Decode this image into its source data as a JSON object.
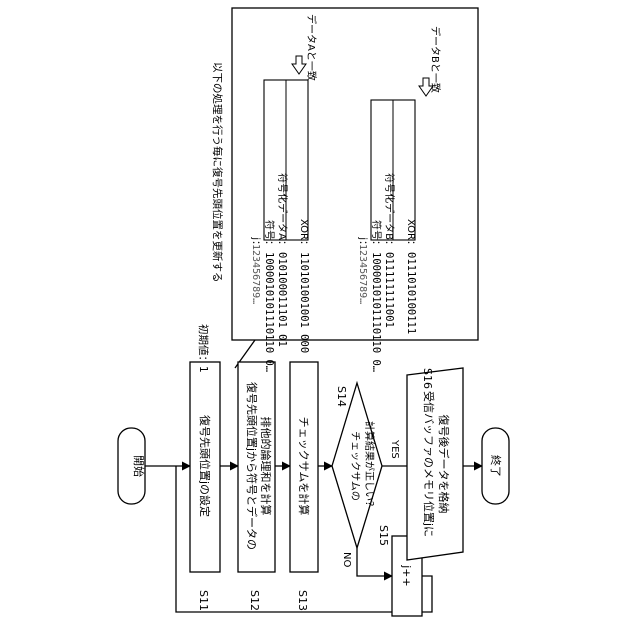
{
  "flow": {
    "start": "開始",
    "end": "終了",
    "init_value": "初期値：1",
    "loop_note": "以下の処理を行う毎に復号先頭位置を更新する",
    "s11": {
      "step": "S11",
      "text": "復号先頭位置jの設定"
    },
    "s12": {
      "step": "S12",
      "line1": "復号先頭位置jから符号とデータの",
      "line2": "排他的論理和を計算"
    },
    "s13": {
      "step": "S13",
      "text": "チェックサムを計算"
    },
    "s14": {
      "step": "S14",
      "line1": "チェックサムの",
      "line2": "計算結果が正しい？"
    },
    "s15": {
      "step": "S15",
      "text": "j++"
    },
    "s16": {
      "step": "S16",
      "line1": "受信バッファのメモリ位置jに",
      "line2": "復号後データを格納"
    },
    "yes": "YES",
    "no": "NO"
  },
  "detail": {
    "a": {
      "j_label": "j：",
      "j_seq": "123456789…",
      "code_label": "符号：",
      "code_bits": "1000010101110110 0…",
      "data_label": "符号化データA：",
      "data_bits": "010100011101 01",
      "xor_label": "XOR：",
      "xor_bits": "110101001001 000",
      "match": "データAと一致"
    },
    "b": {
      "j_label": "j：",
      "j_seq": "123456789…",
      "code_label": "符号：",
      "code_bits": "1000010101110110 0…",
      "data_label": "符号化データB：",
      "data_bits": "011111111001",
      "xor_label": "XOR：",
      "xor_bits": "0111010100111",
      "match": "データBと一致"
    }
  }
}
